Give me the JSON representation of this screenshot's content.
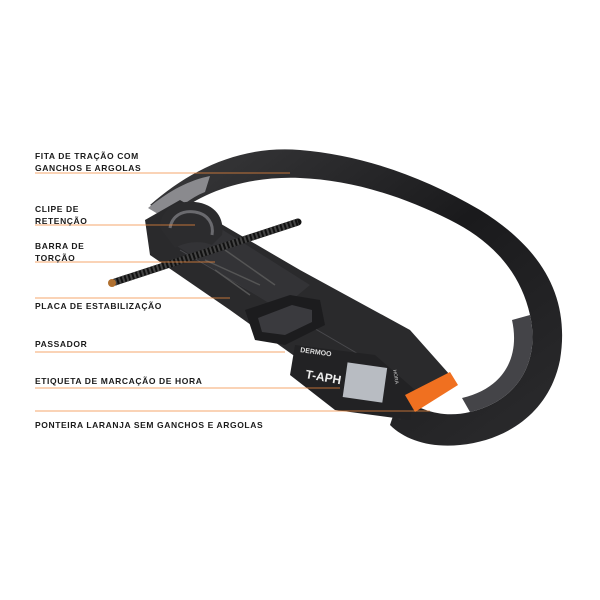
{
  "labels": {
    "strap": [
      "FITA DE TRAÇÃO COM",
      "GANCHOS E ARGOLAS"
    ],
    "clip": [
      "CLIPE DE",
      "RETENÇÃO"
    ],
    "rod": [
      "BARRA DE",
      "TORÇÃO"
    ],
    "plate": "PLACA DE ESTABILIZAÇÃO",
    "buckle": "PASSADOR",
    "time_tag": "ETIQUETA DE MARCAÇÃO DE HORA",
    "orange_tip": "PONTEIRA LARANJA SEM GANCHOS E ARGOLAS"
  },
  "product": {
    "brand": "DERMOO",
    "model": "T-APH",
    "tag_text": "HORA"
  },
  "colors": {
    "accent": "#f07020",
    "strap": "#1c1c1e",
    "leader": "#f08a3c"
  }
}
